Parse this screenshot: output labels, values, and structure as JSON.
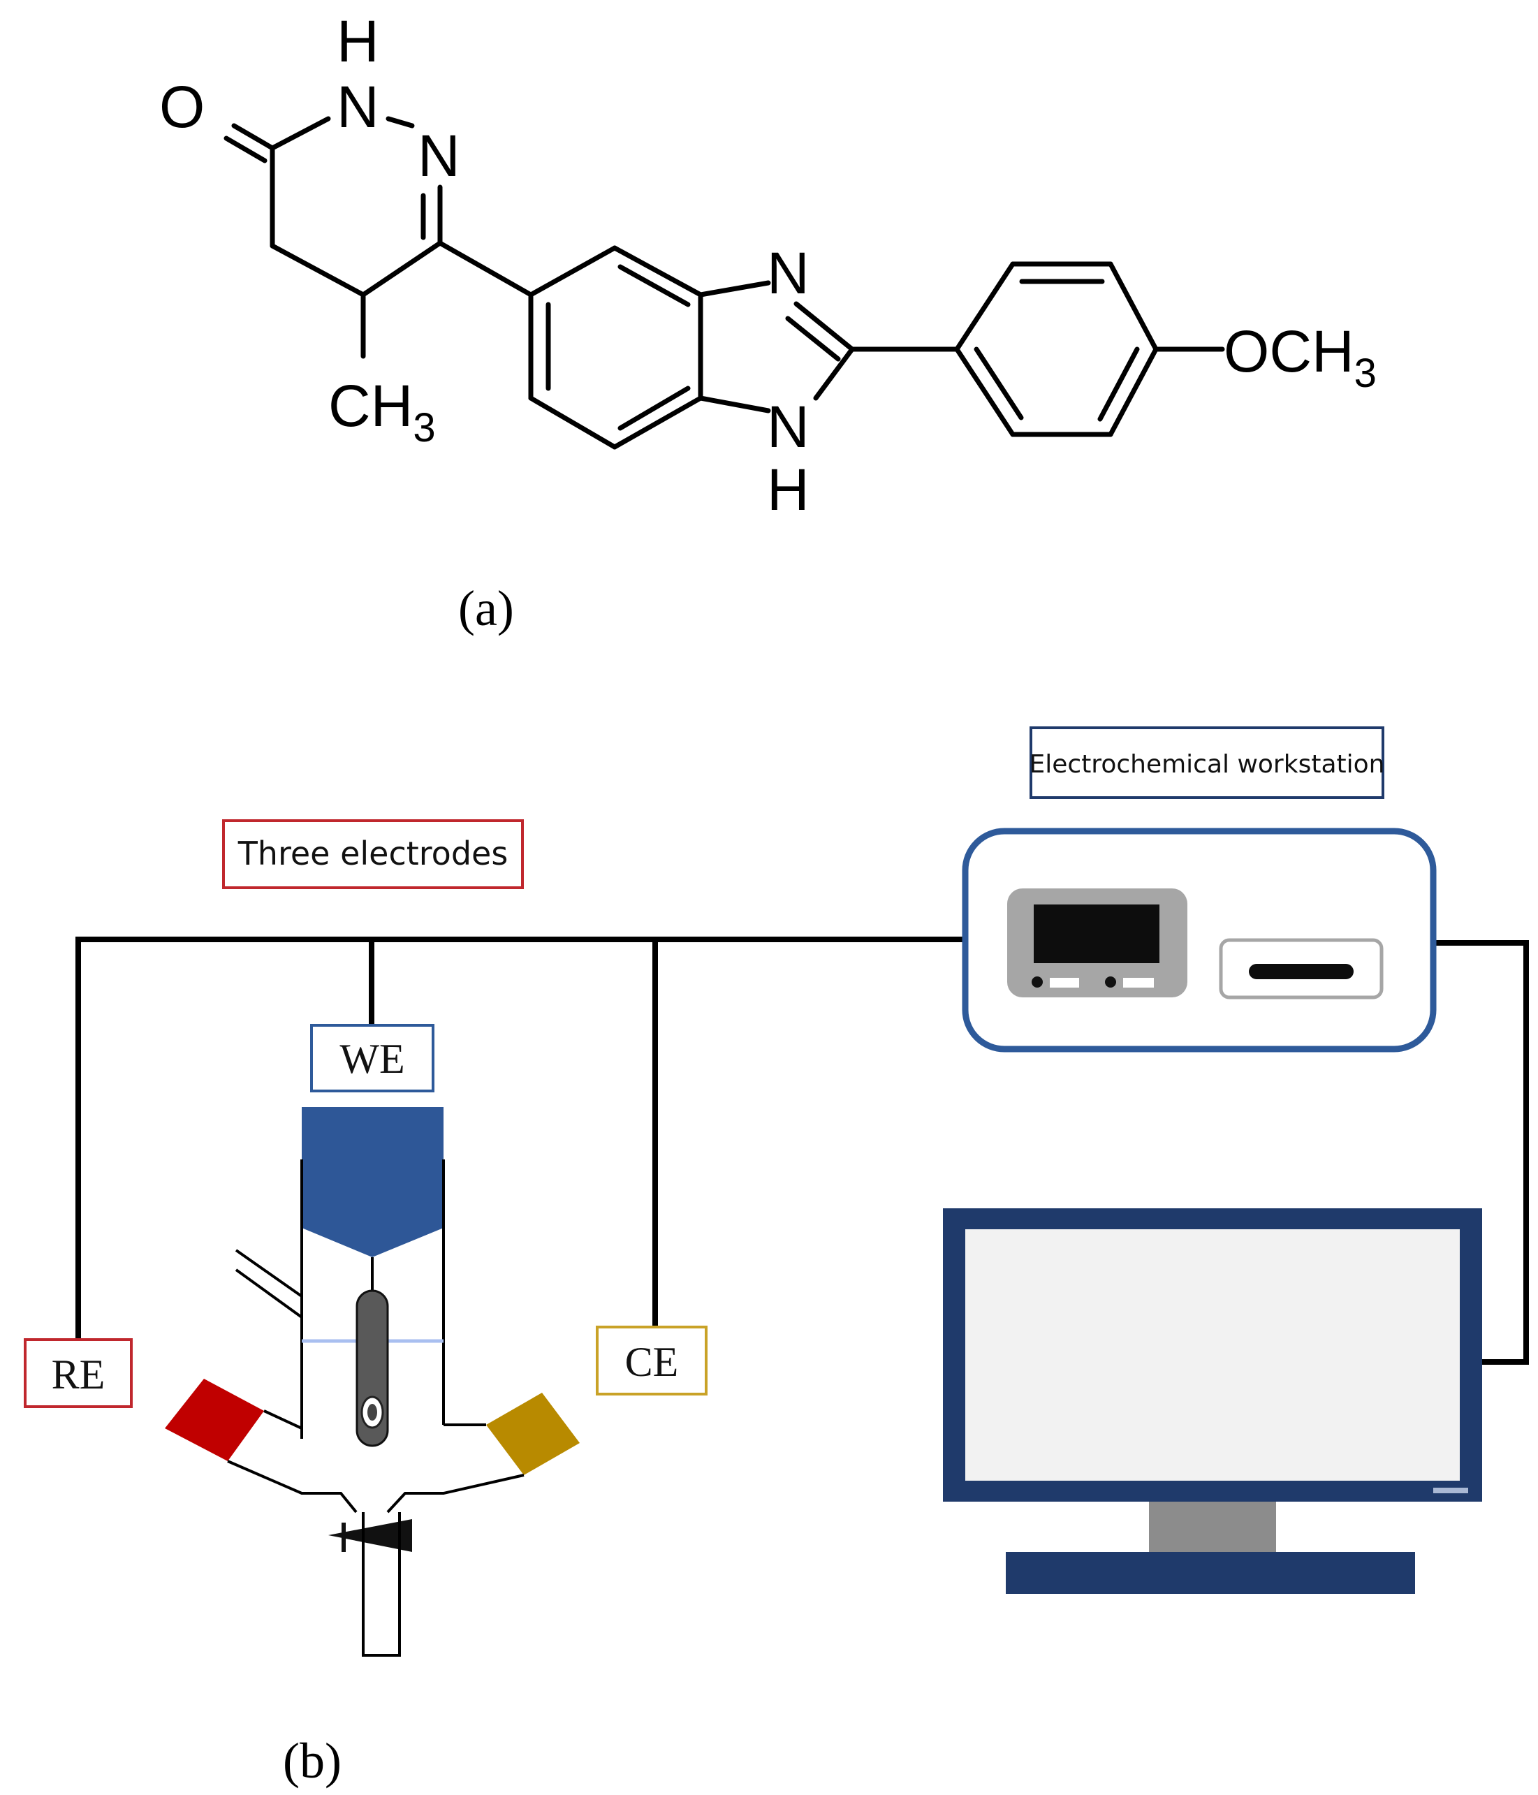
{
  "molecule": {
    "atoms": {
      "o_carbonyl": "O",
      "h_top": "H",
      "n_nh": "N",
      "n_eq": "N",
      "n_imid_top": "N",
      "n_imid_bottom": "N",
      "h_imid_bottom": "H",
      "ch3_left_main": "CH",
      "ch3_left_sub": "3",
      "och3_main": "OCH",
      "och3_sub": "3"
    }
  },
  "captions": {
    "a": "(a)",
    "b": "(b)"
  },
  "setup": {
    "three_electrodes_label": "Three electrodes",
    "workstation_label": "Electrochemical workstation",
    "we_label": "WE",
    "re_label": "RE",
    "ce_label": "CE"
  },
  "colors": {
    "three_electrodes_border": "#c0272d",
    "workstation_border": "#1f3a6b",
    "we_border": "#2e5a9a",
    "we_body": "#2e5797",
    "re_border": "#c0272d",
    "re_electrode": "#c00000",
    "ce_border": "#c9a227",
    "ce_electrode": "#b88a00",
    "device_border": "#2e5a9a",
    "monitor_frame": "#1f3a6b",
    "monitor_screen": "#f2f2f2",
    "device_panel": "#a6a6a6",
    "membrane": "#a9bff0"
  }
}
